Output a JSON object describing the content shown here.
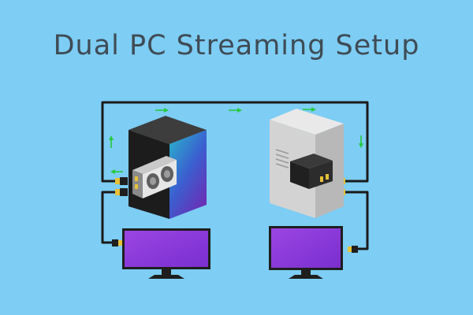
{
  "title": "Dual PC Streaming Setup",
  "colors": {
    "background": "#7dcdf4",
    "title_text": "#3f4b55",
    "cable": "#1a1a1a",
    "arrow": "#27c93f",
    "connector": "#e7c13a",
    "monitor_screen": "#8c3ad8",
    "gaming_pc_front": "#3b5fd0",
    "streaming_pc_body": "#d9d9d9"
  },
  "components": {
    "gaming_pc": {
      "icon": "gaming-pc-tower-with-gpu-icon"
    },
    "streaming_pc": {
      "icon": "streaming-pc-with-capture-card-icon"
    },
    "left_monitor": {
      "icon": "widescreen-monitor-icon"
    },
    "right_monitor": {
      "icon": "monitor-icon"
    }
  },
  "flow_arrows": [
    {
      "direction": "up",
      "segment": "left-vertical"
    },
    {
      "direction": "left",
      "segment": "gaming-pc-output"
    },
    {
      "direction": "right",
      "segment": "top-horizontal"
    },
    {
      "direction": "right",
      "segment": "top-horizontal"
    },
    {
      "direction": "right",
      "segment": "top-horizontal"
    },
    {
      "direction": "down",
      "segment": "right-vertical"
    }
  ]
}
